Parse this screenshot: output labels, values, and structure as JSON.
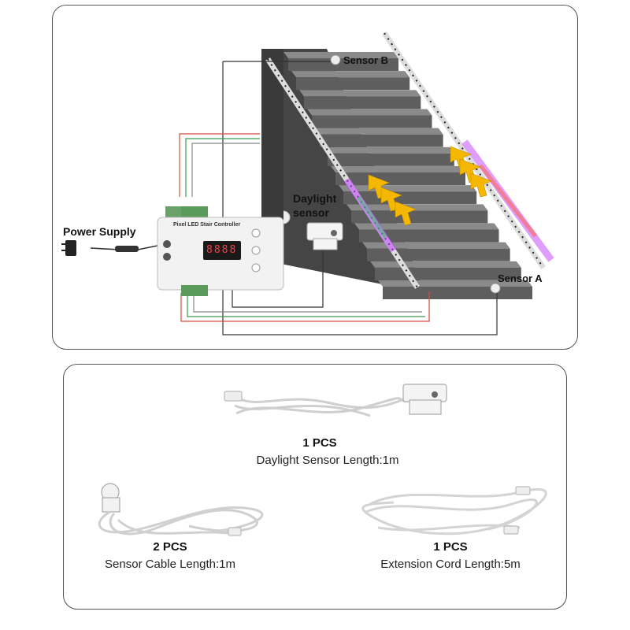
{
  "labels": {
    "power_supply": "Power Supply",
    "daylight_sensor_line1": "Daylight",
    "daylight_sensor_line2": "sensor",
    "sensor_a": "Sensor A",
    "sensor_b": "Sensor B",
    "controller_title": "Pixel LED Stair Controller",
    "controller_display": "8888"
  },
  "items": [
    {
      "qty": "1 PCS",
      "desc": "Daylight Sensor Length:1m"
    },
    {
      "qty": "2 PCS",
      "desc": "Sensor Cable Length:1m"
    },
    {
      "qty": "1 PCS",
      "desc": "Extension Cord Length:5m"
    }
  ],
  "colors": {
    "stair_wall": "#4a4a4a",
    "stair_step": "#6e6e6e",
    "arrow": "#f5b800",
    "wire_red": "#d94a3a",
    "wire_green": "#3a9a4a",
    "wire_black": "#222222"
  }
}
